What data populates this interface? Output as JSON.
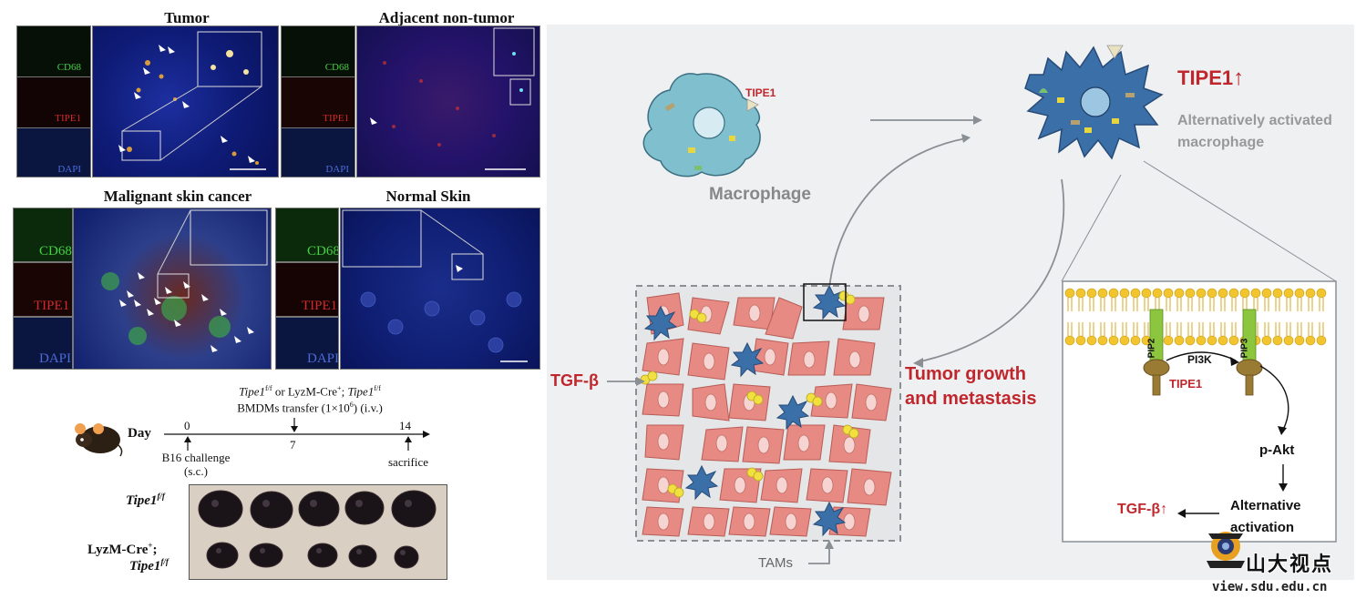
{
  "panels": {
    "tumor": {
      "title": "Tumor",
      "cd68": "CD68",
      "tipe1": "TIPE1",
      "dapi": "DAPI"
    },
    "adjacent": {
      "title": "Adjacent non-tumor",
      "cd68": "CD68",
      "tipe1": "TIPE1",
      "dapi": "DAPI"
    },
    "malignant": {
      "title": "Malignant skin cancer",
      "cd68": "CD68",
      "tipe1": "TIPE1",
      "dapi": "DAPI"
    },
    "normal": {
      "title": "Normal Skin",
      "cd68": "CD68",
      "tipe1": "TIPE1",
      "dapi": "DAPI"
    }
  },
  "timeline": {
    "header_line1_a": "Tipe1",
    "header_line1_sup_a": "f/f",
    "header_line1_mid": " or LyzM-Cre",
    "header_line1_sup_plus": "+",
    "header_line1_semi": "; ",
    "header_line1_b": "Tipe1",
    "header_line1_sup_b": "f/f",
    "header_line2": "BMDMs transfer (1×10",
    "header_line2_sup": "6",
    "header_line2_end": ") (i.v.)",
    "day_label": "Day",
    "day_0": "0",
    "day_7": "7",
    "day_14": "14",
    "b16_label": "B16 challenge",
    "sc_label": "(s.c.)",
    "sacrifice_label": "sacrifice"
  },
  "tumor_photo": {
    "row1_label": "Tipe1",
    "row1_sup": "f/f",
    "row2_label_line1": "LyzM-Cre",
    "row2_sup_plus": "+",
    "row2_label_semi": ";",
    "row2_label_line2": "Tipe1",
    "row2_sup": "f/f"
  },
  "schematic": {
    "macrophage_label": "Macrophage",
    "tipe1_in_cell": "TIPE1",
    "tipe1_up": "TIPE1",
    "up_arrow": "↑",
    "activated_line1": "Alternatively activated",
    "activated_line2": "macrophage",
    "tgfb_left": "TGF-β",
    "tumor_growth_line1": "Tumor growth",
    "tumor_growth_line2": "and metastasis",
    "tams": "TAMs",
    "pip2": "PIP2",
    "pip3": "PIP3",
    "pi3k": "PI3K",
    "tipe1_membrane": "TIPE1",
    "pakt": "p-Akt",
    "alt_line1": "Alternative",
    "alt_line2": "activation",
    "tgfb_right": "TGF-β"
  },
  "watermark": {
    "cn": "山大视点",
    "url": "view.sdu.edu.cn"
  },
  "colors": {
    "macrophage_blue": "#3b6fa8",
    "cell_body": "#7fbfce",
    "tumor_cell": "#e88a84",
    "accent_red": "#c0272d",
    "gray_text": "#888888",
    "membrane_yellow": "#f2c42d"
  }
}
